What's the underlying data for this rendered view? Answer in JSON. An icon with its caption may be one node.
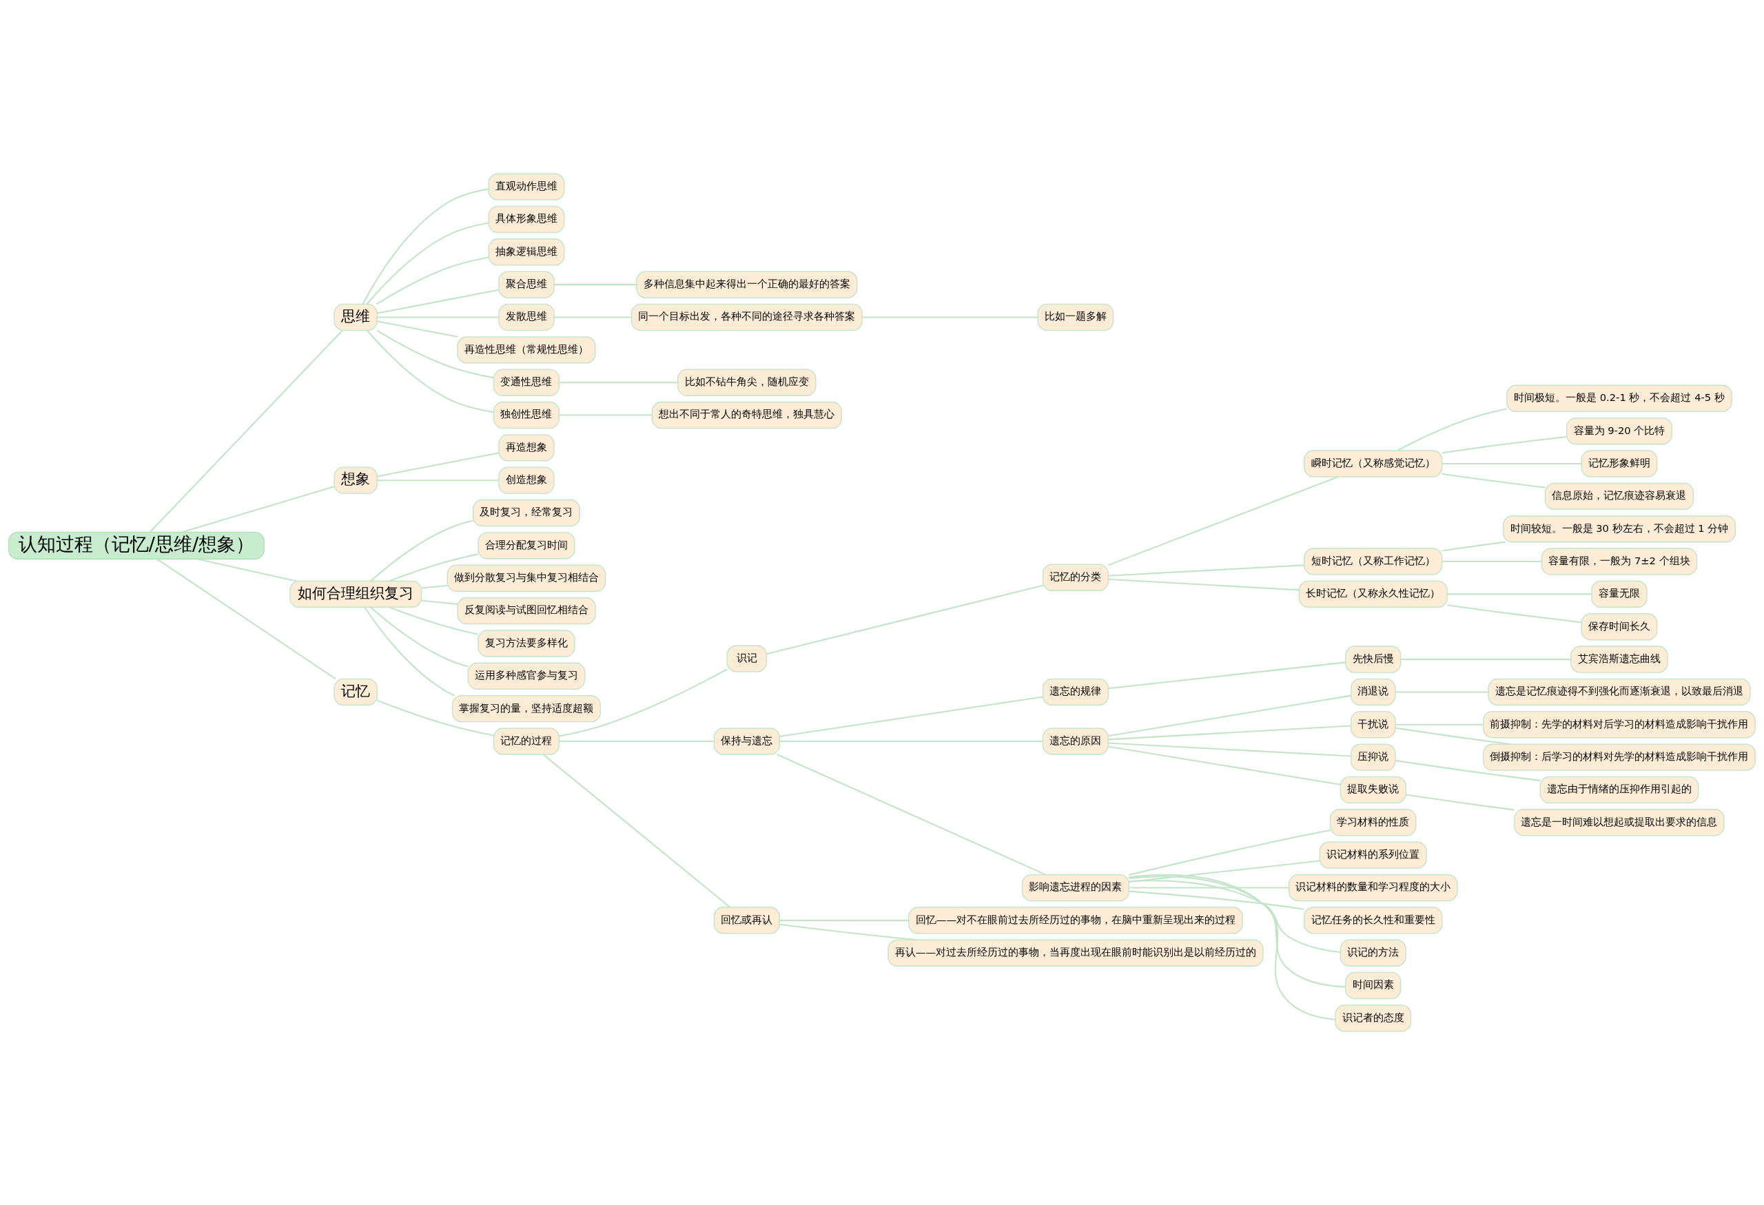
{
  "diagram": {
    "nodes": [
      {
        "text": [
          "认知过程（记忆/思维/想象）"
        ]
      },
      {
        "text": [
          "思维"
        ]
      },
      {
        "text": [
          "直观动作思维"
        ]
      },
      {
        "text": [
          "具体形象思维"
        ]
      },
      {
        "text": [
          "抽象逻辑思维"
        ]
      },
      {
        "text": [
          "聚合思维"
        ]
      },
      {
        "text": [
          "多种信息集中起来得出一个正确的最好的答案"
        ]
      },
      {
        "text": [
          "发散思维"
        ]
      },
      {
        "text": [
          "同一个目标出发，各种不同的途径寻求各种答案"
        ]
      },
      {
        "text": [
          "比如一题多解"
        ]
      },
      {
        "text": [
          "再造性思维（常规性思维）"
        ]
      },
      {
        "text": [
          "变通性思维"
        ]
      },
      {
        "text": [
          "比如不钻牛角尖，随机应变"
        ]
      },
      {
        "text": [
          "独创性思维"
        ]
      },
      {
        "text": [
          "想出不同于常人的奇特思维，独具慧心"
        ]
      },
      {
        "text": [
          "想象"
        ]
      },
      {
        "text": [
          "再造想象"
        ]
      },
      {
        "text": [
          "创造想象"
        ]
      },
      {
        "text": [
          "如何合理组织复习"
        ]
      },
      {
        "text": [
          "及时复习，经常复习"
        ]
      },
      {
        "text": [
          "合理分配复习时间"
        ]
      },
      {
        "text": [
          "做到分散复习与集中复习相结合"
        ]
      },
      {
        "text": [
          "反复阅读与试图回忆相结合"
        ]
      },
      {
        "text": [
          "复习方法要多样化"
        ]
      },
      {
        "text": [
          "运用多种感官参与复习"
        ]
      },
      {
        "text": [
          "掌握复习的量，坚持适度超额"
        ]
      },
      {
        "text": [
          "记忆"
        ]
      },
      {
        "text": [
          "记忆的过程"
        ]
      },
      {
        "text": [
          "识记"
        ]
      },
      {
        "text": [
          "记忆的分类"
        ]
      },
      {
        "text": [
          "瞬时记忆（又称感觉记忆）"
        ]
      },
      {
        "text": [
          "时间极短。一般是 0.2-1 秒，不会超过 4-5 秒"
        ]
      },
      {
        "text": [
          "容量为 9-20 个比特"
        ]
      },
      {
        "text": [
          "记忆形象鲜明"
        ]
      },
      {
        "text": [
          "信息原始，记忆痕迹容易衰退"
        ]
      },
      {
        "text": [
          "短时记忆（又称工作记忆）"
        ]
      },
      {
        "text": [
          "时间较短。一般是 30 秒左右，不会超过 1 分钟"
        ]
      },
      {
        "text": [
          "容量有限，一般为 7±2 个组块"
        ]
      },
      {
        "text": [
          "长时记忆（又称永久性记忆）"
        ]
      },
      {
        "text": [
          "容量无限"
        ]
      },
      {
        "text": [
          "保存时间长久"
        ]
      },
      {
        "text": [
          "保持与遗忘"
        ]
      },
      {
        "text": [
          "遗忘的规律"
        ]
      },
      {
        "text": [
          "先快后慢"
        ]
      },
      {
        "text": [
          "艾宾浩斯遗忘曲线"
        ]
      },
      {
        "text": [
          "遗忘的原因"
        ]
      },
      {
        "text": [
          "消退说"
        ]
      },
      {
        "text": [
          "遗忘是记忆痕迹得不到强化而逐渐衰退，以致最后消退"
        ]
      },
      {
        "text": [
          "干扰说"
        ]
      },
      {
        "text": [
          "前摄抑制：先学的材料对后学习的材料造成影响干扰作用"
        ]
      },
      {
        "text": [
          "倒摄抑制：后学习的材料对先学的材料造成影响干扰作用"
        ]
      },
      {
        "text": [
          "压抑说"
        ]
      },
      {
        "text": [
          "遗忘由于情绪的压抑作用引起的"
        ]
      },
      {
        "text": [
          "提取失败说"
        ]
      },
      {
        "text": [
          "遗忘是一时间难以想起或提取出要求的信息"
        ]
      },
      {
        "text": [
          "影响遗忘进程的因素"
        ]
      },
      {
        "text": [
          "学习材料的性质"
        ]
      },
      {
        "text": [
          "识记材料的系列位置"
        ]
      },
      {
        "text": [
          "识记材料的数量和学习程度的大小"
        ]
      },
      {
        "text": [
          "记忆任务的长久性和重要性"
        ]
      },
      {
        "text": [
          "识记的方法"
        ]
      },
      {
        "text": [
          "时间因素"
        ]
      },
      {
        "text": [
          "识记者的态度"
        ]
      },
      {
        "text": [
          "回忆或再认"
        ]
      },
      {
        "text": [
          "回忆——对不在眼前过去所经历过的事物，在脑中重新呈现出来的过程"
        ]
      },
      {
        "text": [
          "再认——对过去所经历过的事物，当再度出现在眼前时能识别出是以前经历过的"
        ]
      }
    ],
    "edges": [
      {
        "from": 0,
        "to": 1,
        "arrow": "none"
      },
      {
        "from": 1,
        "to": 2,
        "arrow": "none"
      },
      {
        "from": 1,
        "to": 3,
        "arrow": "none"
      },
      {
        "from": 1,
        "to": 4,
        "arrow": "none"
      },
      {
        "from": 1,
        "to": 5,
        "arrow": "none"
      },
      {
        "from": 5,
        "to": 6,
        "arrow": "none"
      },
      {
        "from": 1,
        "to": 7,
        "arrow": "none"
      },
      {
        "from": 7,
        "to": 8,
        "arrow": "none"
      },
      {
        "from": 8,
        "to": 9,
        "arrow": "none"
      },
      {
        "from": 1,
        "to": 10,
        "arrow": "none"
      },
      {
        "from": 1,
        "to": 11,
        "arrow": "none"
      },
      {
        "from": 11,
        "to": 12,
        "arrow": "none"
      },
      {
        "from": 1,
        "to": 13,
        "arrow": "none"
      },
      {
        "from": 13,
        "to": 14,
        "arrow": "none"
      },
      {
        "from": 0,
        "to": 15,
        "arrow": "none"
      },
      {
        "from": 15,
        "to": 16,
        "arrow": "none"
      },
      {
        "from": 15,
        "to": 17,
        "arrow": "none"
      },
      {
        "from": 0,
        "to": 18,
        "arrow": "none"
      },
      {
        "from": 18,
        "to": 19,
        "arrow": "none"
      },
      {
        "from": 18,
        "to": 20,
        "arrow": "none"
      },
      {
        "from": 18,
        "to": 21,
        "arrow": "none"
      },
      {
        "from": 18,
        "to": 22,
        "arrow": "none"
      },
      {
        "from": 18,
        "to": 23,
        "arrow": "none"
      },
      {
        "from": 18,
        "to": 24,
        "arrow": "none"
      },
      {
        "from": 18,
        "to": 25,
        "arrow": "none"
      },
      {
        "from": 0,
        "to": 26,
        "arrow": "none"
      },
      {
        "from": 26,
        "to": 27,
        "arrow": "none"
      },
      {
        "from": 27,
        "to": 28,
        "arrow": "none"
      },
      {
        "from": 28,
        "to": 29,
        "arrow": "none"
      },
      {
        "from": 29,
        "to": 30,
        "arrow": "none"
      },
      {
        "from": 30,
        "to": 31,
        "arrow": "none"
      },
      {
        "from": 30,
        "to": 32,
        "arrow": "none"
      },
      {
        "from": 30,
        "to": 33,
        "arrow": "none"
      },
      {
        "from": 30,
        "to": 34,
        "arrow": "none"
      },
      {
        "from": 29,
        "to": 35,
        "arrow": "none"
      },
      {
        "from": 35,
        "to": 36,
        "arrow": "none"
      },
      {
        "from": 35,
        "to": 37,
        "arrow": "none"
      },
      {
        "from": 29,
        "to": 38,
        "arrow": "none"
      },
      {
        "from": 38,
        "to": 39,
        "arrow": "none"
      },
      {
        "from": 38,
        "to": 40,
        "arrow": "none"
      },
      {
        "from": 27,
        "to": 41,
        "arrow": "none"
      },
      {
        "from": 41,
        "to": 42,
        "arrow": "none"
      },
      {
        "from": 42,
        "to": 43,
        "arrow": "none"
      },
      {
        "from": 43,
        "to": 44,
        "arrow": "none"
      },
      {
        "from": 41,
        "to": 45,
        "arrow": "none"
      },
      {
        "from": 45,
        "to": 46,
        "arrow": "none"
      },
      {
        "from": 46,
        "to": 47,
        "arrow": "none"
      },
      {
        "from": 45,
        "to": 48,
        "arrow": "none"
      },
      {
        "from": 48,
        "to": 49,
        "arrow": "none"
      },
      {
        "from": 48,
        "to": 50,
        "arrow": "none"
      },
      {
        "from": 45,
        "to": 51,
        "arrow": "none"
      },
      {
        "from": 51,
        "to": 52,
        "arrow": "none"
      },
      {
        "from": 45,
        "to": 53,
        "arrow": "none"
      },
      {
        "from": 53,
        "to": 54,
        "arrow": "none"
      },
      {
        "from": 41,
        "to": 55,
        "arrow": "none"
      },
      {
        "from": 55,
        "to": 56,
        "arrow": "none"
      },
      {
        "from": 55,
        "to": 57,
        "arrow": "none"
      },
      {
        "from": 55,
        "to": 58,
        "arrow": "none"
      },
      {
        "from": 55,
        "to": 59,
        "arrow": "none"
      },
      {
        "from": 55,
        "to": 60,
        "arrow": "none"
      },
      {
        "from": 55,
        "to": 61,
        "arrow": "none"
      },
      {
        "from": 55,
        "to": 62,
        "arrow": "none"
      },
      {
        "from": 27,
        "to": 63,
        "arrow": "none"
      },
      {
        "from": 63,
        "to": 64,
        "arrow": "none"
      },
      {
        "from": 63,
        "to": 65,
        "arrow": "none"
      }
    ]
  }
}
